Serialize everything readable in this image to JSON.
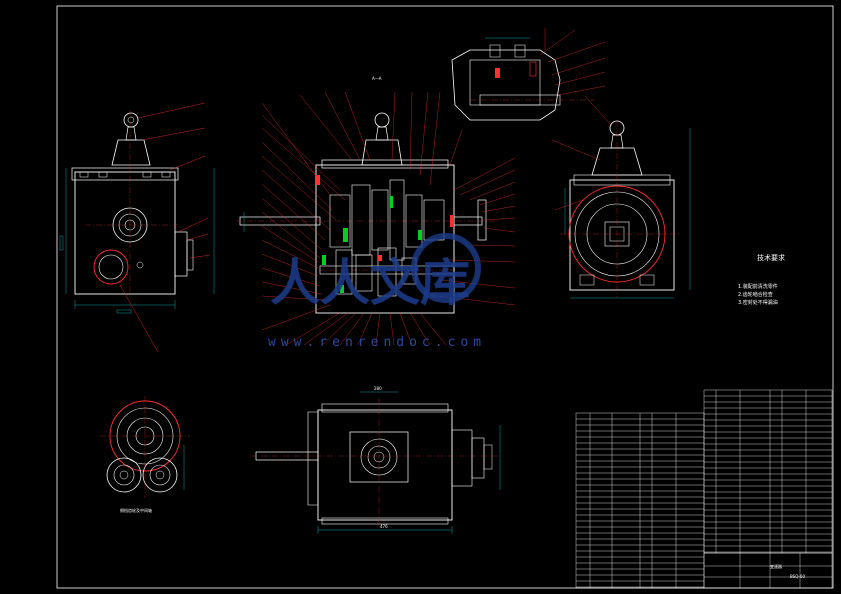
{
  "watermark": {
    "main": "人人文库",
    "url": "www.renrendoc.com"
  },
  "notes": {
    "title": "技术要求",
    "items": [
      "1.装配前清洗零件",
      "2.齿轮啮合检查",
      "3.密封处不得漏油"
    ]
  },
  "views": {
    "section_a_label": "A—A",
    "detail_caption": "倒档齿轮及中间轴",
    "dim_base": "476",
    "dim_top": "280"
  },
  "title_block": {
    "drawing_name": "变速器",
    "drawing_no": "BSQ-00"
  },
  "colors": {
    "outline": "#ffffff",
    "leader": "#ff2020",
    "dimension": "#00c8c8",
    "hatch": "#00d020",
    "border": "#ffffff"
  }
}
